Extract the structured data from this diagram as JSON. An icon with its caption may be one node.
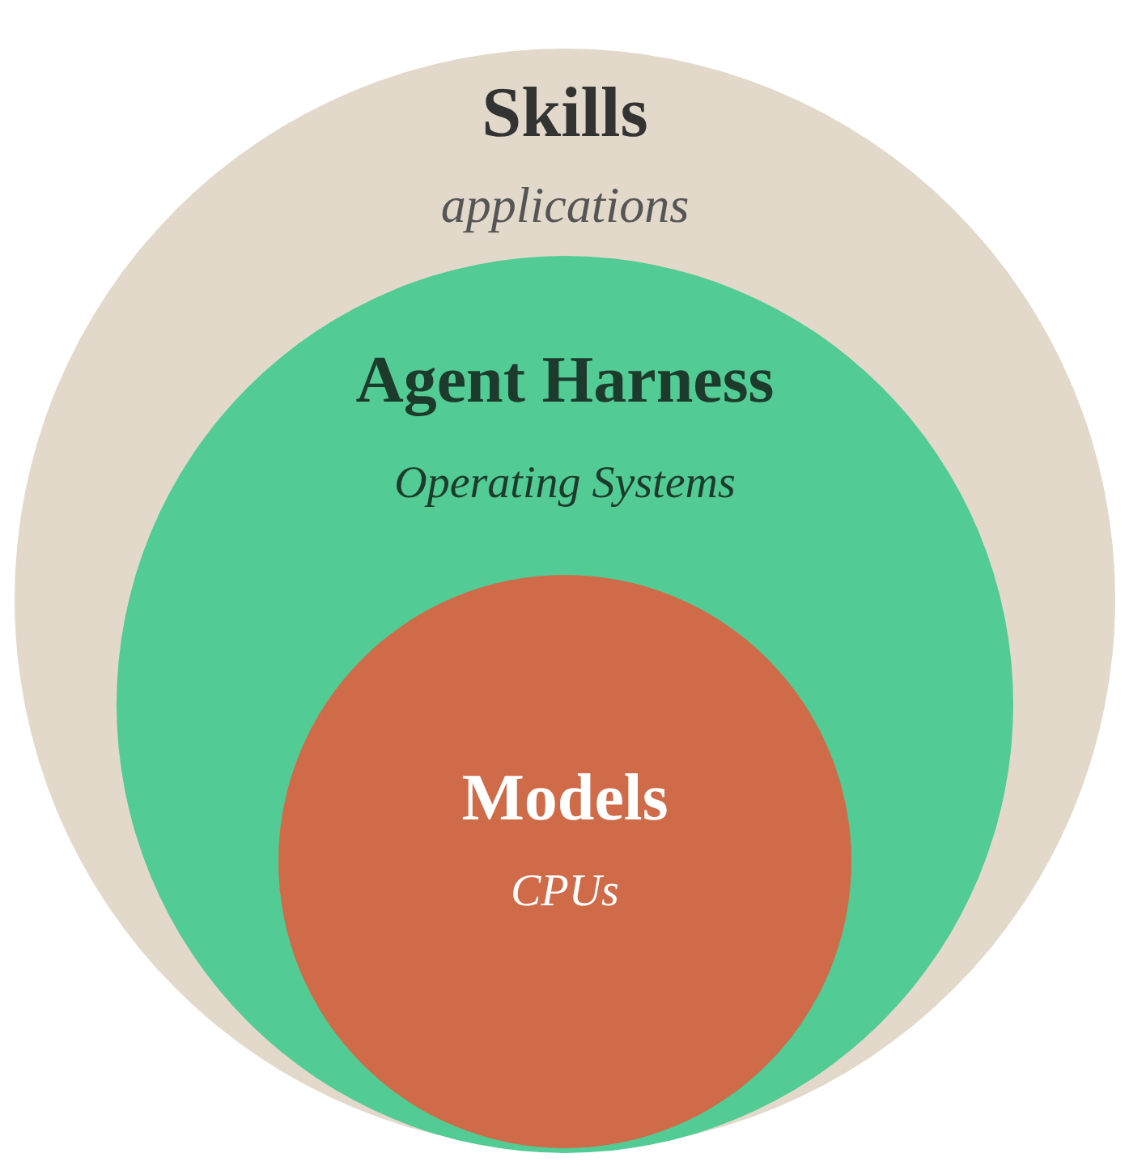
{
  "diagram": {
    "nodes": [
      {
        "text": [
          "Skills",
          "applications"
        ]
      },
      {
        "text": [
          "Agent Harness",
          "Operating Systems"
        ],
        "in": 0
      },
      {
        "text": [
          "Models",
          "CPUs"
        ],
        "in": 1
      }
    ]
  }
}
